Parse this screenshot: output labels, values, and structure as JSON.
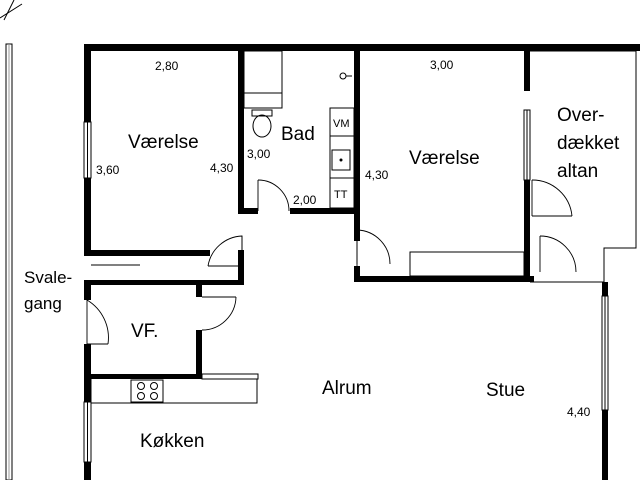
{
  "rooms": {
    "vaerelse_left": "Værelse",
    "bad": "Bad",
    "vaerelse_right": "Værelse",
    "altan_line1": "Over-",
    "altan_line2": "dækket",
    "altan_line3": "altan",
    "svalegang_line1": "Svale-",
    "svalegang_line2": "gang",
    "vf": "VF.",
    "alrum": "Alrum",
    "stue": "Stue",
    "koekken": "Køkken"
  },
  "fixtures": {
    "washing_machine": "VM",
    "dryer": "TT"
  },
  "dimensions": {
    "left_room_width": "2,80",
    "left_room_depth_outer": "3,60",
    "left_room_depth_inner": "4,30",
    "bath_depth": "3,00",
    "bath_width": "2,00",
    "right_room_width": "3,00",
    "right_room_depth": "4,30",
    "stue_depth": "4,40"
  }
}
